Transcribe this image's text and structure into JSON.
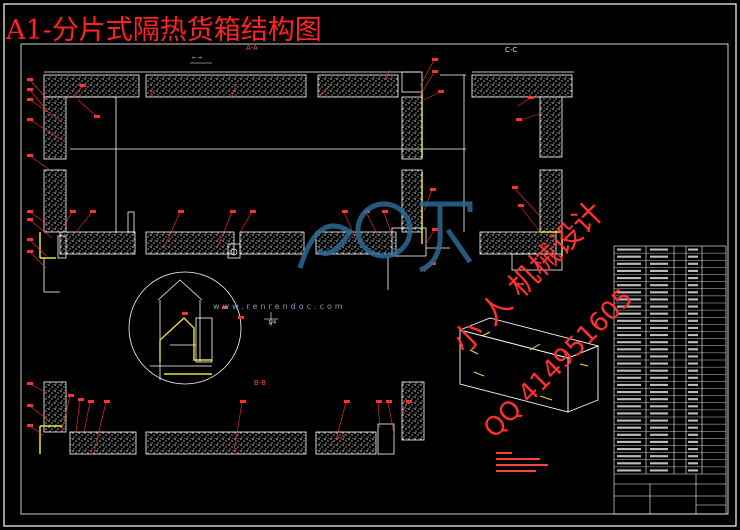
{
  "title": "A1-分片式隔热货箱结构图",
  "watermark": {
    "cn": "小 人 机械设计",
    "qq": "QQ 414951605",
    "url": "www.renrendoc.com"
  },
  "section_labels": {
    "a": "A-A",
    "b": "B-B",
    "c": "C-C"
  },
  "small_labels": {
    "arrow": "⇐ ⇒",
    "scale": "1/4"
  },
  "colors": {
    "background": "#000000",
    "lines": "#ffffff",
    "title": "#ff2222",
    "leaders": "#ff3030",
    "accent_yellow": "#e8e03a",
    "watermark_blue": "#2b6a93"
  }
}
